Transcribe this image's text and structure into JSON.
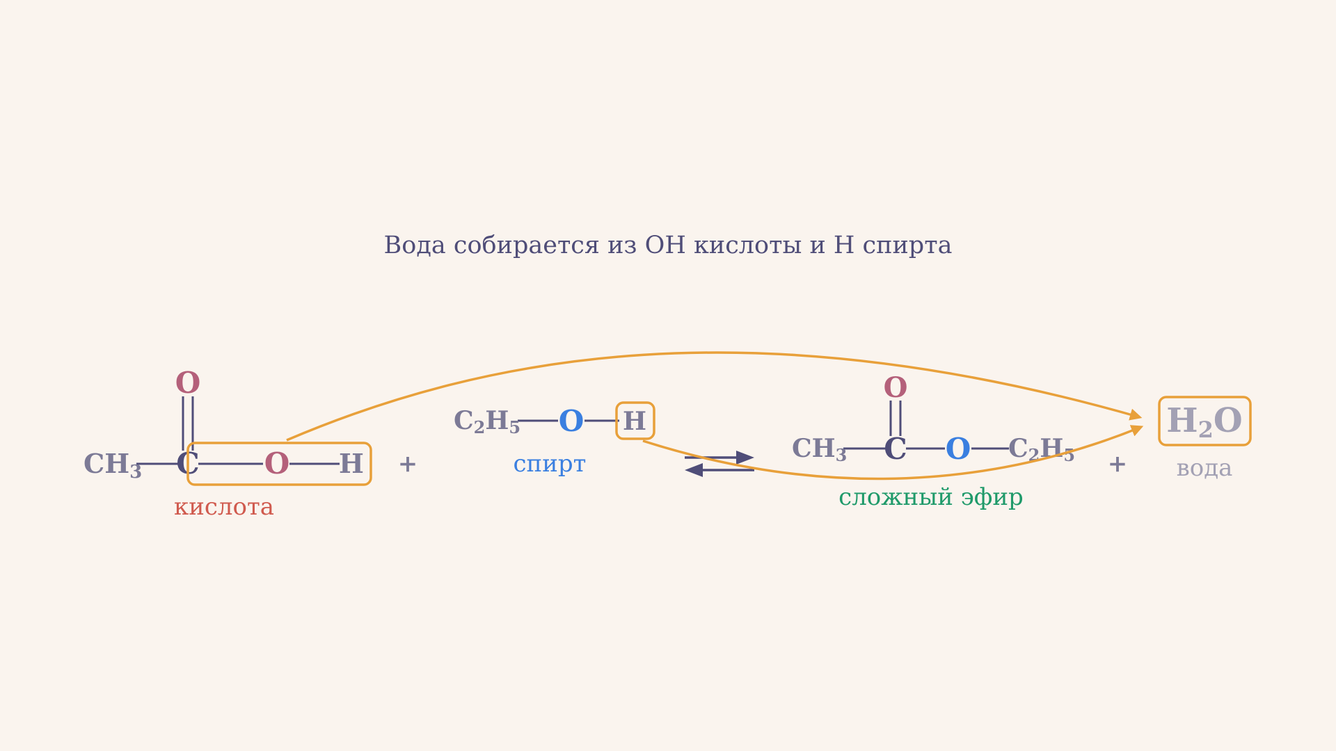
{
  "title": "Вода собирается из OH кислоты и H спирта",
  "colors": {
    "background": "#faf4ee",
    "title": "#4f4d78",
    "bond": "#4f4d78",
    "carbon": "#4f4d78",
    "group": "#7c7a96",
    "carbonyl_oxygen": "#b4607a",
    "alcohol_oxygen": "#3a7fe0",
    "highlight": "#e8a03a",
    "acid_label": "#d05a4e",
    "alcohol_label": "#3a7fe0",
    "ester_label": "#1f9a6a",
    "water": "#a3a1b4"
  },
  "acid": {
    "ch3_base": "CH",
    "ch3_sub": "3",
    "carbon": "C",
    "carbonyl_o": "O",
    "hydroxyl_o": "O",
    "hydroxyl_h": "H",
    "label": "кислота"
  },
  "plus1": "+",
  "alcohol": {
    "c2h5_c": "C",
    "c2h5_sub2": "2",
    "c2h5_h": "H",
    "c2h5_sub5": "5",
    "oxygen": "O",
    "hydrogen": "H",
    "label": "спирт"
  },
  "ester": {
    "ch3_base": "CH",
    "ch3_sub": "3",
    "carbon": "C",
    "carbonyl_o": "O",
    "ether_o": "O",
    "c2h5_c": "C",
    "c2h5_sub2": "2",
    "c2h5_h": "H",
    "c2h5_sub5": "5",
    "label": "сложный эфир"
  },
  "plus2": "+",
  "water": {
    "h": "H",
    "sub": "2",
    "o": "O",
    "label": "вода"
  }
}
